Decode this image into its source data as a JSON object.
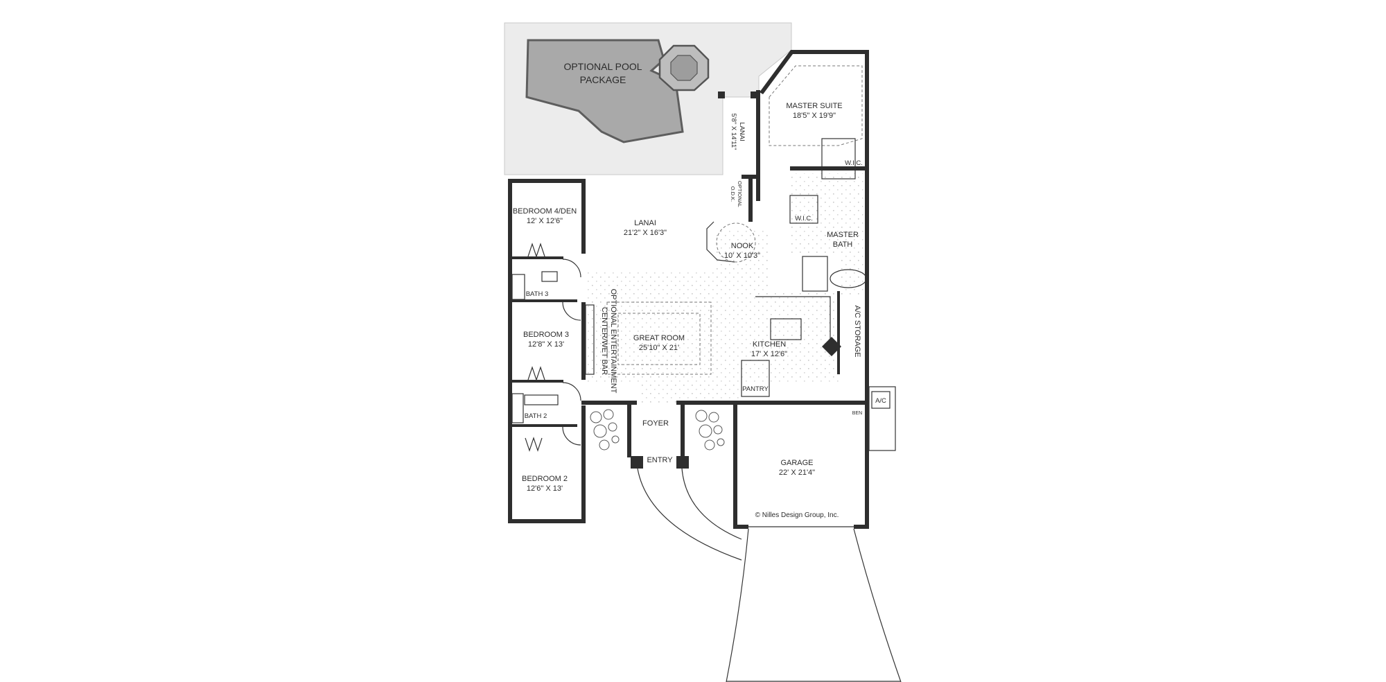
{
  "plan": {
    "pool": {
      "line1": "OPTIONAL POOL",
      "line2": "PACKAGE"
    },
    "rooms": {
      "lanai_small": {
        "name": "LANAI",
        "dims": "5'8\" X 14'11\""
      },
      "odk": {
        "line1": "OPTIONAL",
        "line2": "O.D.K."
      },
      "master_suite": {
        "name": "MASTER SUITE",
        "dims": "18'5\" X 19'9\""
      },
      "wic_master": {
        "name": "W.I.C."
      },
      "wic_bath": {
        "name": "W.I.C."
      },
      "master_bath": {
        "line1": "MASTER",
        "line2": "BATH"
      },
      "bedroom4": {
        "name": "BEDROOM 4/DEN",
        "dims": "12' X 12'6\""
      },
      "lanai_main": {
        "name": "LANAI",
        "dims": "21'2\" X 16'3\""
      },
      "nook": {
        "name": "NOOK",
        "dims": "10' X 10'3\""
      },
      "bath3": {
        "name": "BATH 3"
      },
      "entertainment": {
        "line1": "OPTIONAL ENTERTAINMENT",
        "line2": "CENTER/WET BAR"
      },
      "bedroom3": {
        "name": "BEDROOM 3",
        "dims": "12'8\" X 13'"
      },
      "great_room": {
        "name": "GREAT ROOM",
        "dims": "25'10\" X 21'"
      },
      "kitchen": {
        "name": "KITCHEN",
        "dims": "17' X 12'6\""
      },
      "ac_storage": {
        "name": "A/C STORAGE"
      },
      "pantry": {
        "name": "PANTRY"
      },
      "bath2": {
        "name": "BATH 2"
      },
      "foyer": {
        "name": "FOYER"
      },
      "entry": {
        "name": "ENTRY"
      },
      "bedroom2": {
        "name": "BEDROOM 2",
        "dims": "12'6\" X 13'"
      },
      "garage": {
        "name": "GARAGE",
        "dims": "22' X 21'4\""
      }
    },
    "ac_unit": "A/C",
    "bench": "BEN",
    "copyright": "© Nilles Design Group, Inc."
  }
}
